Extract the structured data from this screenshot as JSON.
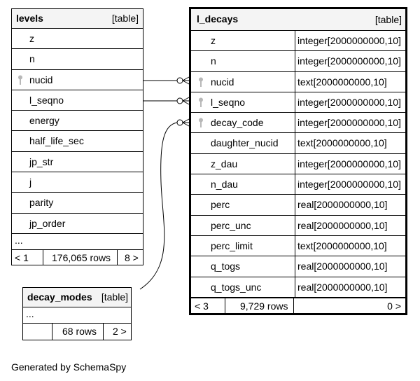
{
  "tables": {
    "levels": {
      "name": "levels",
      "kind": "[table]",
      "columns": [
        {
          "name": "z",
          "key": false
        },
        {
          "name": "n",
          "key": false
        },
        {
          "name": "nucid",
          "key": true
        },
        {
          "name": "l_seqno",
          "key": false
        },
        {
          "name": "energy",
          "key": false
        },
        {
          "name": "half_life_sec",
          "key": false
        },
        {
          "name": "jp_str",
          "key": false
        },
        {
          "name": "j",
          "key": false
        },
        {
          "name": "parity",
          "key": false
        },
        {
          "name": "jp_order",
          "key": false
        }
      ],
      "ellipsis": "...",
      "footer": {
        "left": "< 1",
        "rows": "176,065 rows",
        "right": "8 >"
      }
    },
    "l_decays": {
      "name": "l_decays",
      "kind": "[table]",
      "columns": [
        {
          "name": "z",
          "type": "integer[2000000000,10]",
          "key": false
        },
        {
          "name": "n",
          "type": "integer[2000000000,10]",
          "key": false
        },
        {
          "name": "nucid",
          "type": "text[2000000000,10]",
          "key": true
        },
        {
          "name": "l_seqno",
          "type": "integer[2000000000,10]",
          "key": true
        },
        {
          "name": "decay_code",
          "type": "integer[2000000000,10]",
          "key": true
        },
        {
          "name": "daughter_nucid",
          "type": "text[2000000000,10]",
          "key": false
        },
        {
          "name": "z_dau",
          "type": "integer[2000000000,10]",
          "key": false
        },
        {
          "name": "n_dau",
          "type": "integer[2000000000,10]",
          "key": false
        },
        {
          "name": "perc",
          "type": "real[2000000000,10]",
          "key": false
        },
        {
          "name": "perc_unc",
          "type": "real[2000000000,10]",
          "key": false
        },
        {
          "name": "perc_limit",
          "type": "text[2000000000,10]",
          "key": false
        },
        {
          "name": "q_togs",
          "type": "real[2000000000,10]",
          "key": false
        },
        {
          "name": "q_togs_unc",
          "type": "real[2000000000,10]",
          "key": false
        }
      ],
      "footer": {
        "left": "< 3",
        "rows": "9,729 rows",
        "right": "0 >"
      }
    },
    "decay_modes": {
      "name": "decay_modes",
      "kind": "[table]",
      "ellipsis": "...",
      "footer": {
        "rows": "68 rows",
        "right": "2 >"
      }
    }
  },
  "relationships": [
    {
      "from": "levels.nucid",
      "to": "l_decays.nucid"
    },
    {
      "from": "levels.l_seqno",
      "to": "l_decays.l_seqno"
    },
    {
      "from": "decay_modes",
      "to": "l_decays.decay_code"
    }
  ],
  "icons": {
    "key": "key-icon"
  },
  "generated_by": "Generated by SchemaSpy"
}
